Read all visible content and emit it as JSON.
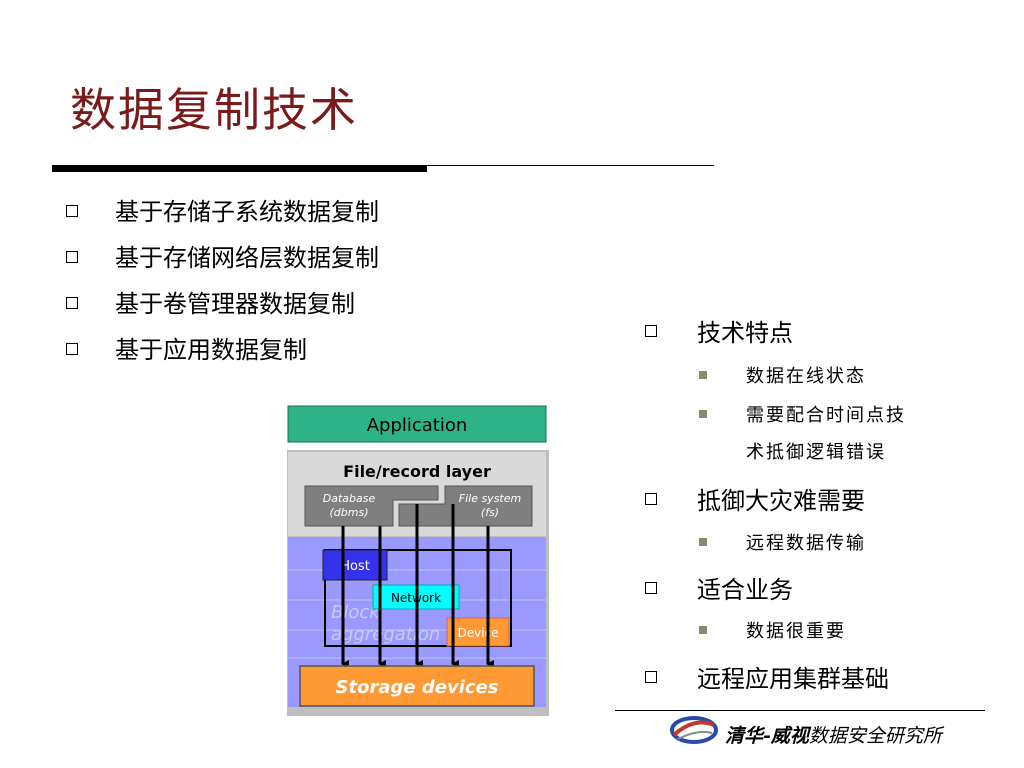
{
  "slide": {
    "title": "数据复制技术",
    "left_items": [
      "基于存储子系统数据复制",
      "基于存储网络层数据复制",
      "基于卷管理器数据复制",
      "基于应用数据复制"
    ],
    "right_groups": [
      {
        "label": "技术特点",
        "subs": [
          "数据在线状态",
          "需要配合时间点技",
          "术抵御逻辑错误"
        ]
      },
      {
        "label": "抵御大灾难需要",
        "subs": [
          "远程数据传输"
        ]
      },
      {
        "label": "适合业务",
        "subs": [
          "数据很重要"
        ]
      },
      {
        "label": "远程应用集群基础",
        "subs": []
      }
    ],
    "footer": {
      "brand": "清华-威视",
      "rest": "数据安全研究所"
    }
  },
  "diagram": {
    "application": "Application",
    "file_layer": "File/record layer",
    "database_line1": "Database",
    "database_line2": "(dbms)",
    "filesystem_line1": "File system",
    "filesystem_line2": "(fs)",
    "host": "Host",
    "network": "Network",
    "device": "Device",
    "block_line1": "Block",
    "block_line2": "aggregation",
    "storage": "Storage devices"
  },
  "colors": {
    "title": "#7a1a1a",
    "application_fill": "#2db387",
    "file_layer_fill": "#d9d9d9",
    "block_fill": "#9999ff",
    "host_fill": "#3333ee",
    "network_fill": "#00ffff",
    "device_fill": "#ff9933",
    "storage_fill": "#ff9933"
  }
}
